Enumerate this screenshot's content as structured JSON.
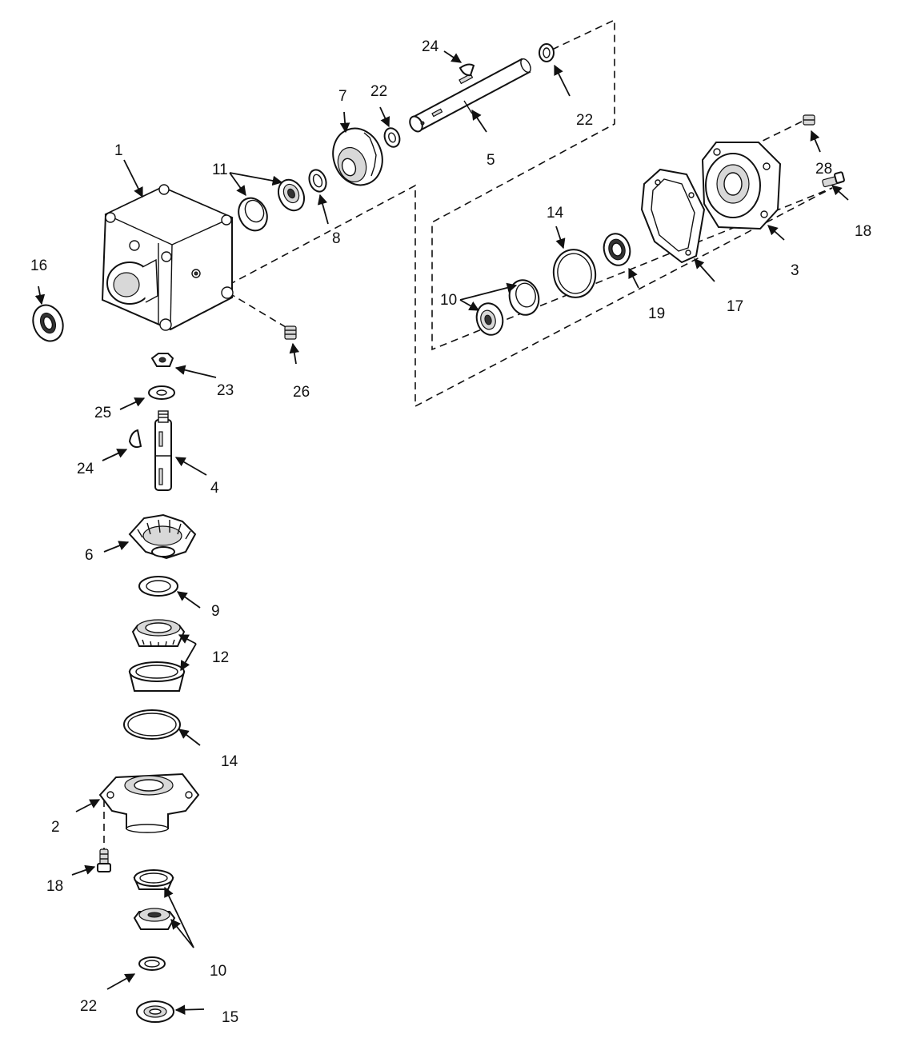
{
  "callouts": [
    {
      "id": "c1",
      "label": "1"
    },
    {
      "id": "c2",
      "label": "2"
    },
    {
      "id": "c3",
      "label": "3"
    },
    {
      "id": "c4",
      "label": "4"
    },
    {
      "id": "c5",
      "label": "5"
    },
    {
      "id": "c6",
      "label": "6"
    },
    {
      "id": "c7",
      "label": "7"
    },
    {
      "id": "c8",
      "label": "8"
    },
    {
      "id": "c9",
      "label": "9"
    },
    {
      "id": "c10a",
      "label": "10"
    },
    {
      "id": "c10b",
      "label": "10"
    },
    {
      "id": "c11",
      "label": "11"
    },
    {
      "id": "c12",
      "label": "12"
    },
    {
      "id": "c14a",
      "label": "14"
    },
    {
      "id": "c14b",
      "label": "14"
    },
    {
      "id": "c15",
      "label": "15"
    },
    {
      "id": "c16",
      "label": "16"
    },
    {
      "id": "c17",
      "label": "17"
    },
    {
      "id": "c18a",
      "label": "18"
    },
    {
      "id": "c18b",
      "label": "18"
    },
    {
      "id": "c19",
      "label": "19"
    },
    {
      "id": "c22a",
      "label": "22"
    },
    {
      "id": "c22b",
      "label": "22"
    },
    {
      "id": "c22c",
      "label": "22"
    },
    {
      "id": "c23",
      "label": "23"
    },
    {
      "id": "c24a",
      "label": "24"
    },
    {
      "id": "c24b",
      "label": "24"
    },
    {
      "id": "c25",
      "label": "25"
    },
    {
      "id": "c26",
      "label": "26"
    },
    {
      "id": "c28",
      "label": "28"
    }
  ]
}
